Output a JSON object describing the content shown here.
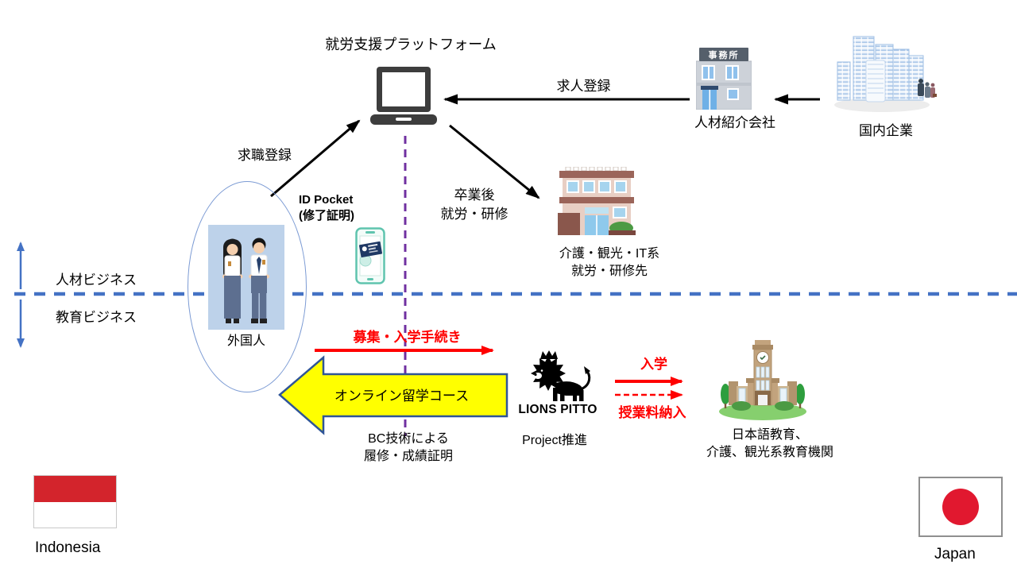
{
  "colors": {
    "divider_blue": "#4472C4",
    "platform_line_purple": "#7030A0",
    "flow_red": "#FF0000",
    "big_arrow_fill": "#FFFF00",
    "big_arrow_border": "#2F5597"
  },
  "platform": {
    "title": "就労支援プラットフォーム"
  },
  "top_flow": {
    "job_registration": "求人登録",
    "office_sign": "事務所",
    "recruiter": "人材紹介会社",
    "domestic_companies": "国内企業"
  },
  "left_flow": {
    "jobseeker_registration": "求職登録",
    "foreigners": "外国人",
    "id_pocket_line1": "ID Pocket",
    "id_pocket_line2": "(修了証明)"
  },
  "mid_flow": {
    "graduation_line1": "卒業後",
    "graduation_line2": "就労・研修",
    "workplace_line1": "介護・観光・IT系",
    "workplace_line2": "就労・研修先"
  },
  "divider": {
    "hr_business": "人材ビジネス",
    "edu_business": "教育ビジネス"
  },
  "bottom_flow": {
    "recruit_process": "募集・入学手続き",
    "online_course": "オンライン留学コース",
    "bc_line1": "BC技術による",
    "bc_line2": "履修・成績証明",
    "lions_logo": "LIONS PITTO",
    "project": "Project推進",
    "enroll": "入学",
    "tuition": "授業料納入",
    "school_line1": "日本語教育、",
    "school_line2": "介護、観光系教育機関"
  },
  "countries": {
    "indonesia": "Indonesia",
    "japan": "Japan"
  }
}
